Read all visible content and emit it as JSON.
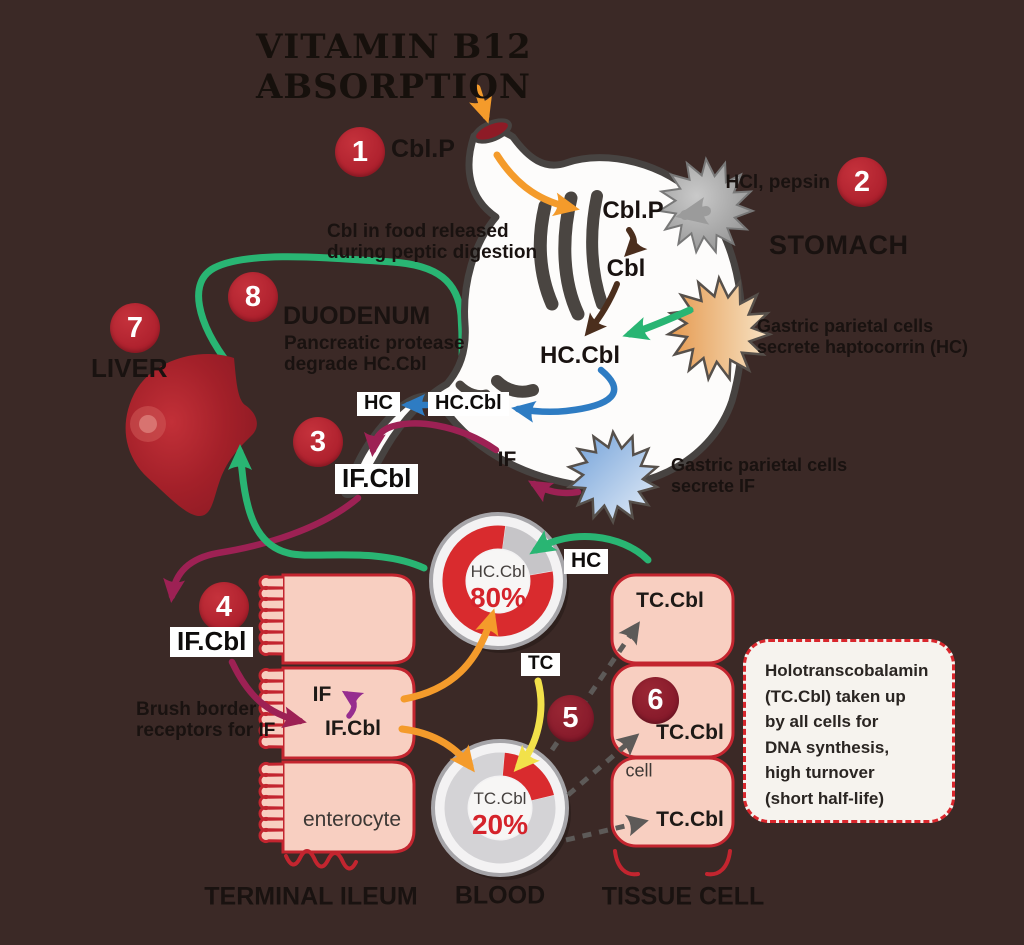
{
  "title": "VITAMIN B12 ABSORPTION",
  "palette": {
    "background": "#3b2926",
    "step_circle": "#b0242f",
    "step_circle_dark": "#8c1e2b",
    "donut_red": "#d92b2e",
    "cell_fill": "#f8cfc1",
    "cell_border": "#c3252f",
    "green_arrow": "#29b573",
    "orange_arrow": "#f49b2b",
    "yellow_arrow": "#f2e14a",
    "magenta_arrow": "#9d2154",
    "purple_arrow": "#962d8f",
    "blue_arrow": "#2e7cc3",
    "note_box_bg": "#f6f3ee"
  },
  "steps": {
    "s1": {
      "num": "1",
      "label": "Cbl.P"
    },
    "s2": {
      "num": "2",
      "label": "HCl, pepsin",
      "region": "STOMACH"
    },
    "s3": {
      "num": "3",
      "label": "IF.Cbl"
    },
    "s4": {
      "num": "4",
      "label": "IF.Cbl"
    },
    "s5": {
      "num": "5"
    },
    "s6": {
      "num": "6"
    },
    "s7": {
      "num": "7",
      "label": "LIVER"
    },
    "s8": {
      "num": "8",
      "label": "DUODENUM",
      "note_line1": "Pancreatic protease",
      "note_line2": "degrade HC.Cbl"
    }
  },
  "stomach": {
    "food_note_line1": "Cbl in food released",
    "food_note_line2": "during peptic digestion",
    "cblp": "Cbl.P",
    "cbl": "Cbl",
    "hccbl": "HC.Cbl",
    "if": "IF",
    "hc_note_line1": "Gastric parietal cells",
    "hc_note_line2": "secrete haptocorrin (HC)",
    "if_note_line1": "Gastric parietal cells",
    "if_note_line2": "secrete IF"
  },
  "duodenum": {
    "hc": "HC",
    "hccbl": "HC.Cbl"
  },
  "ileum": {
    "label": "TERMINAL ILEUM",
    "brush_line1": "Brush border",
    "brush_line2": "receptors for IF",
    "if": "IF",
    "ifcbl": "IF.Cbl",
    "enterocyte": "enterocyte"
  },
  "blood": {
    "label": "BLOOD",
    "hc_tag": "HC",
    "tc_tag": "TC"
  },
  "tissue": {
    "label": "TISSUE CELL",
    "tccbl_top": "TC.Cbl",
    "tccbl_mid": "TC.Cbl",
    "tccbl_bottom": "TC.Cbl",
    "cell_word": "cell"
  },
  "note_box": {
    "line1": "Holotranscobalamin",
    "line2": "(TC.Cbl) taken up",
    "line3": "by all cells for",
    "line4": "DNA synthesis,",
    "line5": "high turnover",
    "line6": "(short half-life)"
  },
  "chart_data": [
    {
      "type": "pie",
      "name": "blood-hc-binding-donut",
      "center_label": "HC.Cbl",
      "center_value": "80%",
      "rotation_deg": -10,
      "slices": [
        {
          "name": "Cbl bound to HC in blood",
          "value": 80,
          "color": "#d92b2e"
        },
        {
          "name": "remainder",
          "value": 20,
          "color": "#c6c5c8"
        }
      ]
    },
    {
      "type": "pie",
      "name": "blood-tc-binding-donut",
      "center_label": "TC.Cbl",
      "center_value": "20%",
      "rotation_deg": -85,
      "slices": [
        {
          "name": "Cbl bound to TC in blood",
          "value": 20,
          "color": "#d92b2e"
        },
        {
          "name": "remainder",
          "value": 80,
          "color": "#d4d3d6"
        }
      ]
    }
  ]
}
